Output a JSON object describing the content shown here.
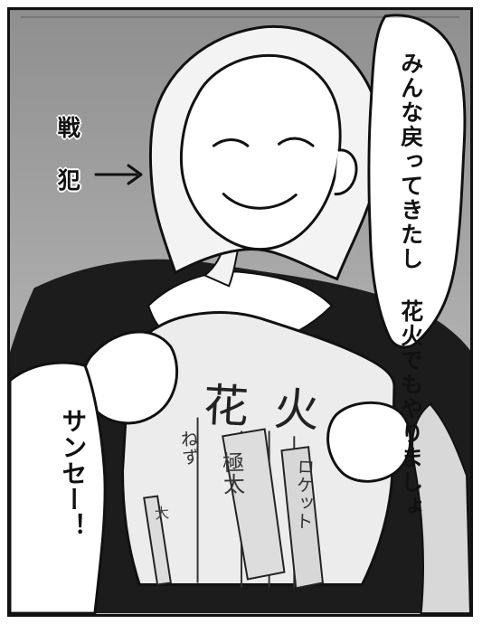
{
  "speech_bubble_1": {
    "text": "みんな戻ってきたし\n花火でもやりましょ"
  },
  "speech_bubble_2": {
    "text": "サンセー！"
  },
  "sfx_label": {
    "text": "戦\n犯"
  },
  "fireworks_pack": {
    "title": "花火",
    "note1": "ねず",
    "note2": "極太",
    "note3": "大",
    "note4": "ロケット"
  },
  "colors": {
    "background_top": "#7f7f7f",
    "background_bottom": "#d9d9d9",
    "ink": "#111111",
    "paper": "#ffffff"
  },
  "icons": {
    "arrow": "right-arrow-icon"
  }
}
